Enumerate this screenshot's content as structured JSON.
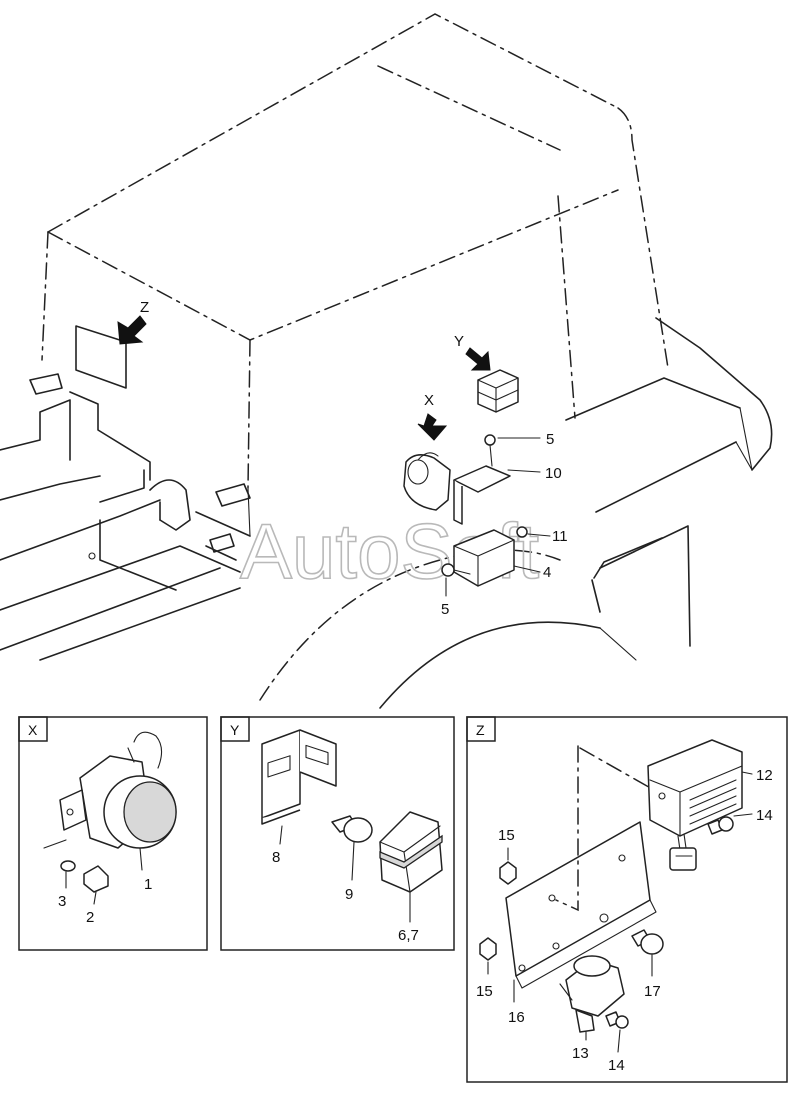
{
  "watermark": "AutoSoft",
  "views": {
    "x_arrow": "X",
    "y_arrow": "Y",
    "z_arrow": "Z"
  },
  "main_callouts": {
    "c5a": "5",
    "c10": "10",
    "c11": "11",
    "c4": "4",
    "c5b": "5"
  },
  "detail_x": {
    "tag": "X",
    "c1": "1",
    "c2": "2",
    "c3": "3"
  },
  "detail_y": {
    "tag": "Y",
    "c8": "8",
    "c9": "9",
    "c67": "6,7"
  },
  "detail_z": {
    "tag": "Z",
    "c12": "12",
    "c14a": "14",
    "c15a": "15",
    "c15b": "15",
    "c16": "16",
    "c17": "17",
    "c13": "13",
    "c14b": "14"
  }
}
